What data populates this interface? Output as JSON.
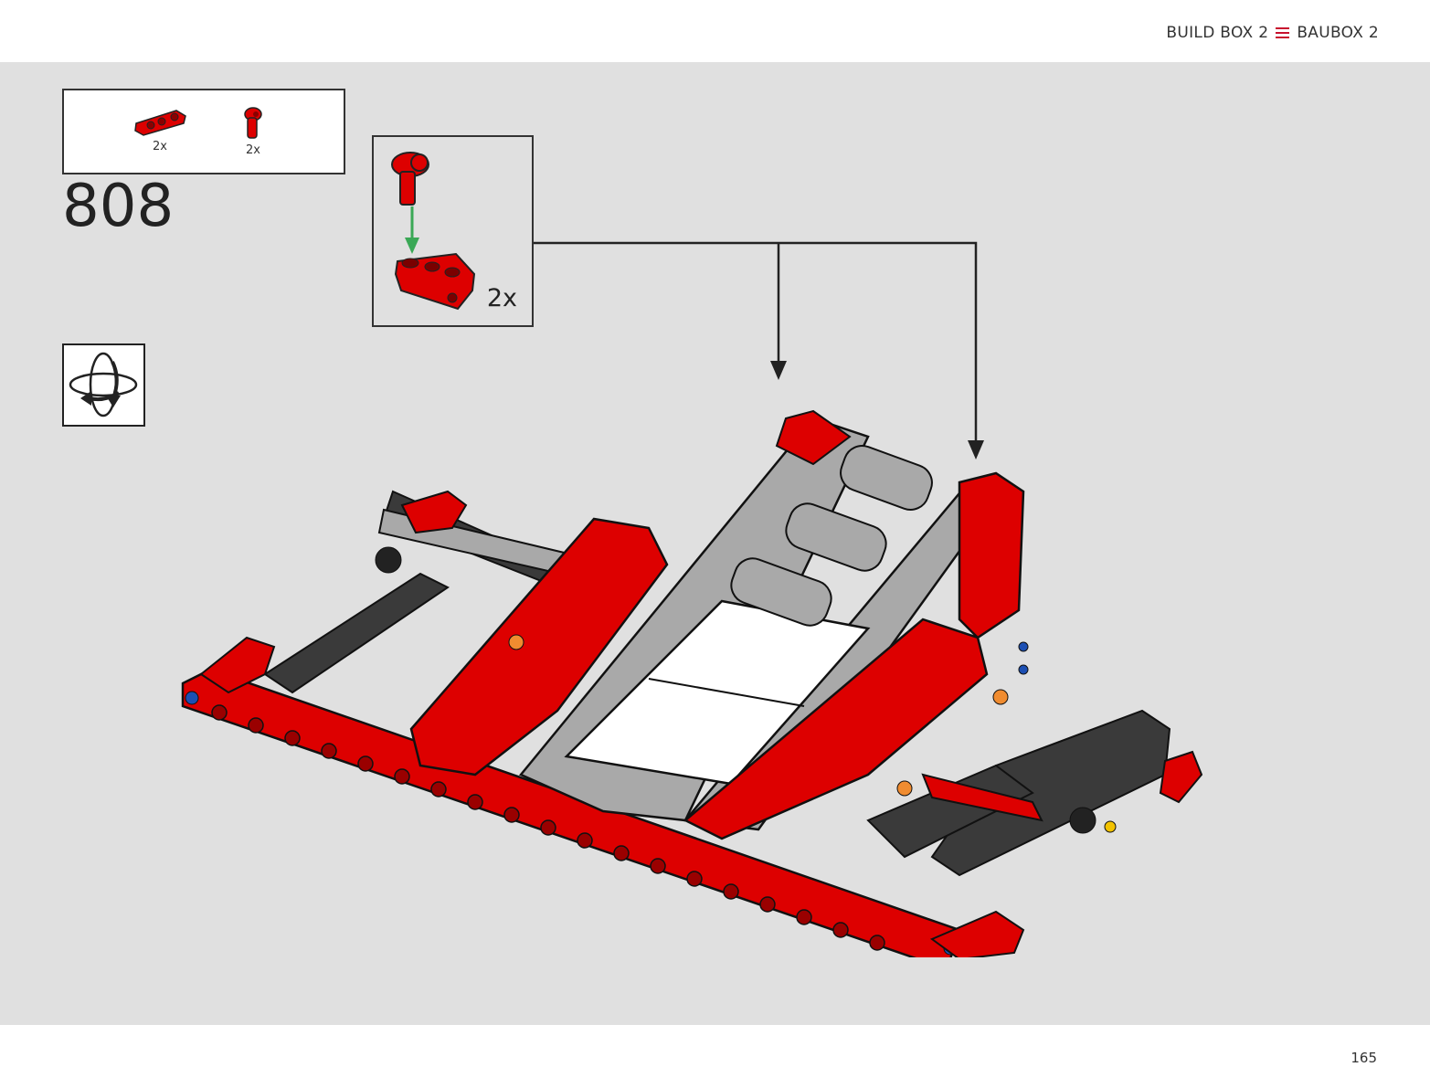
{
  "header": {
    "build_box_en": "BUILD BOX 2",
    "build_box_de": "BAUBOX 2",
    "menu_icon": "menu-lines-icon",
    "accent_color": "#c8102e"
  },
  "parts_list": {
    "items": [
      {
        "name": "red-liftarm-part",
        "quantity": "2x"
      },
      {
        "name": "red-axle-connector-part",
        "quantity": "2x"
      }
    ]
  },
  "step": {
    "number": "808"
  },
  "subassembly": {
    "quantity": "2x"
  },
  "rotate_indicator": {
    "icon": "rotate-model-icon"
  },
  "footer": {
    "page_number": "165"
  },
  "colors": {
    "background": "#e0e0e0",
    "red": "#dd0000",
    "dark_gray": "#3a3a3a",
    "light_gray": "#a9a9a9",
    "arrow_green": "#3aa856"
  }
}
